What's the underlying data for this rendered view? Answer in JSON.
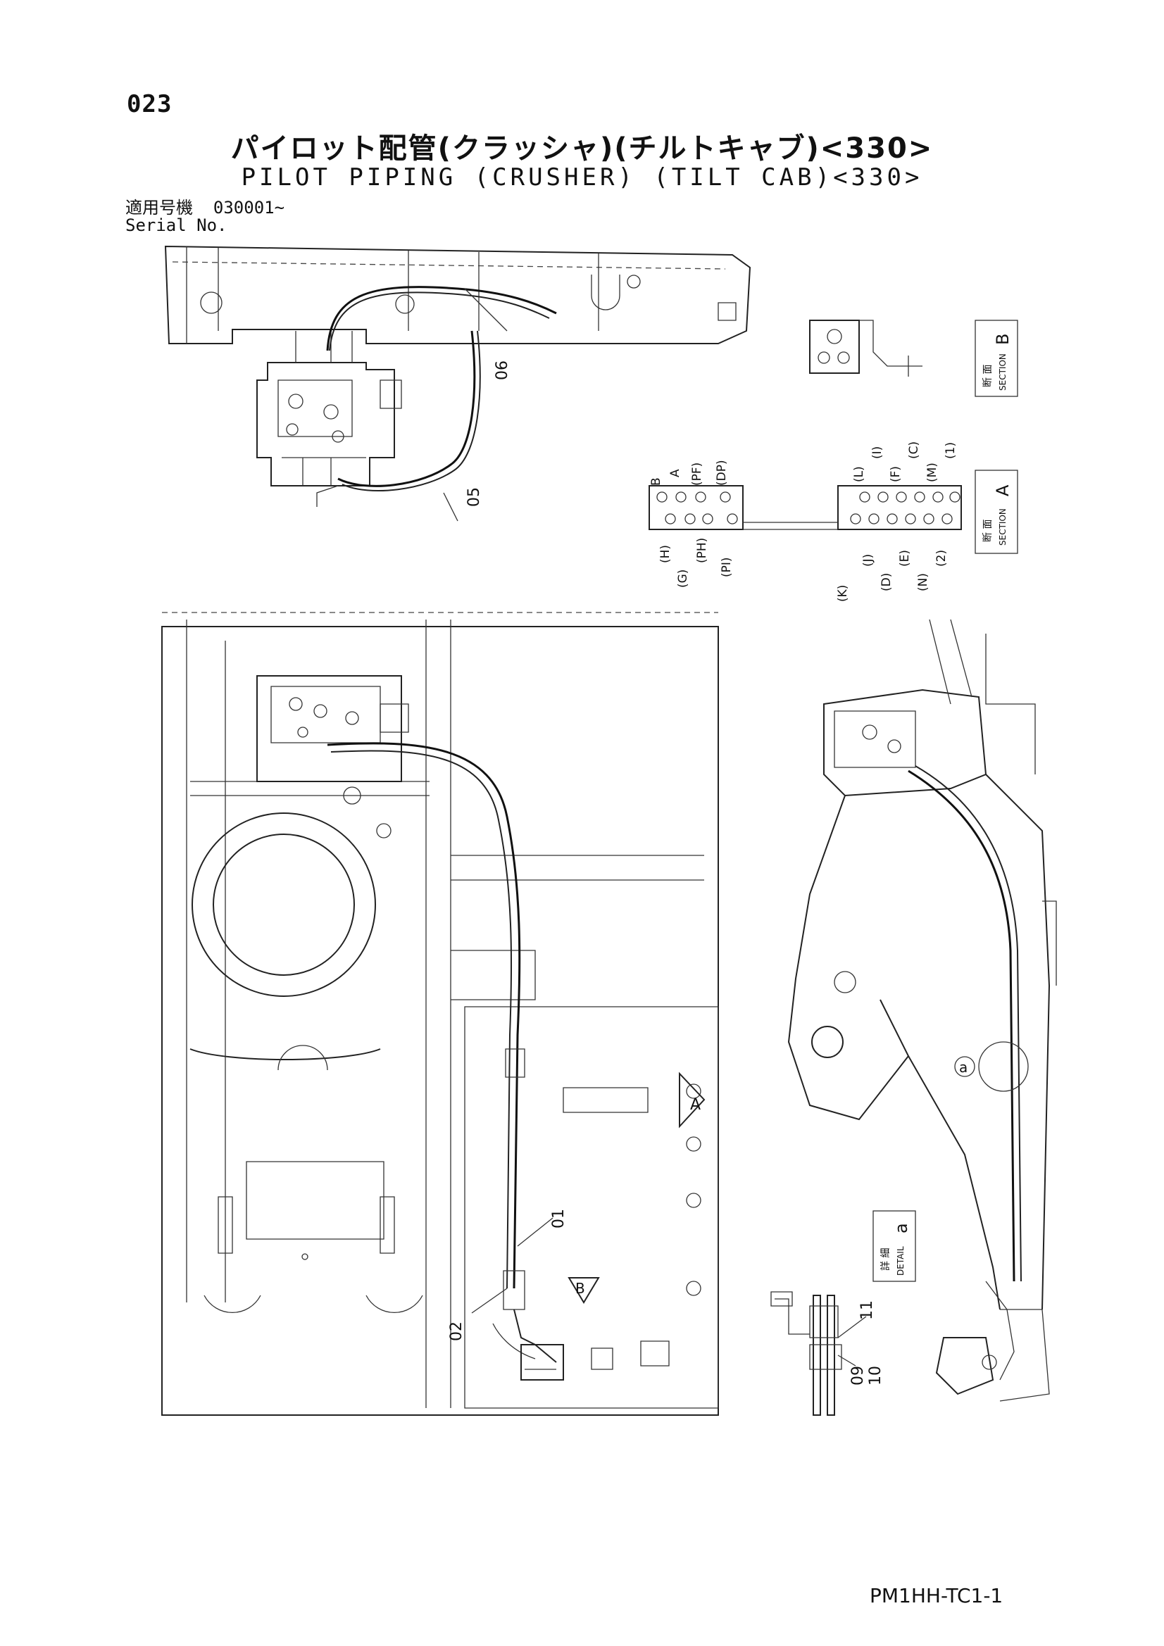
{
  "page_number": "023",
  "title_jp": "パイロット配管(クラッシャ)(チルトキャブ)<330>",
  "title_en": "PILOT PIPING (CRUSHER) (TILT CAB)<330>",
  "serial": {
    "label_jp": "適用号機",
    "label_en": "Serial No.",
    "value": "030001~"
  },
  "doc_code": "PM1HH-TC1-1",
  "callouts": {
    "c01": "01",
    "c02": "02",
    "c05": "05",
    "c06": "06",
    "c09": "09",
    "c10": "10",
    "c11": "11",
    "ca": "a"
  },
  "views": {
    "section_a": {
      "jp": "断 面",
      "en": "SECTION",
      "letter": "A"
    },
    "section_b": {
      "jp": "断 面",
      "en": "SECTION",
      "letter": "B"
    },
    "detail_a": {
      "jp": "詳 細",
      "en": "DETAIL",
      "letter": "a"
    }
  },
  "view_arrows": {
    "arrow_a": "A",
    "arrow_b": "B"
  },
  "section_a_ports": {
    "left_top": [
      "B",
      "A",
      "(PF)",
      "(DP)"
    ],
    "left_bottom": [
      "(H)",
      "(G)",
      "(PH)",
      "(PI)"
    ],
    "right_top": [
      "(L)",
      "(I)",
      "(F)",
      "(C)",
      "(M)",
      "(1)"
    ],
    "right_bottom": [
      "(K)",
      "(J)",
      "(D)",
      "(E)",
      "(N)",
      "(2)"
    ]
  }
}
